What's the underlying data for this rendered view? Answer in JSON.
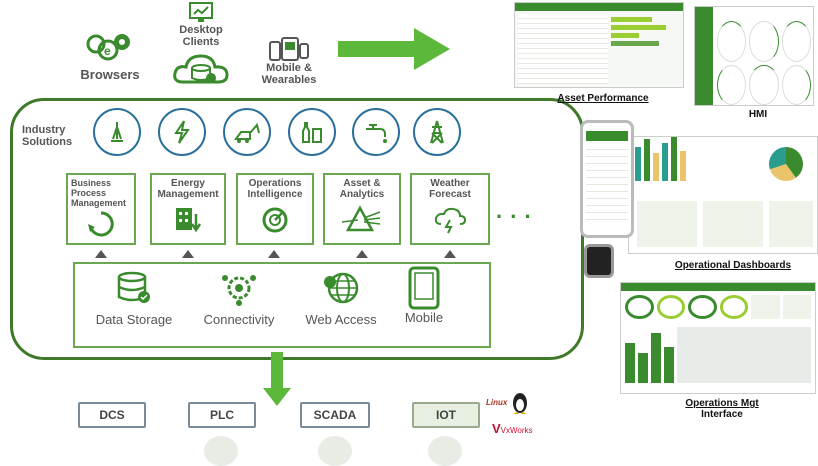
{
  "clients": {
    "browsers": "Browsers",
    "desktop_line1": "Desktop",
    "desktop_line2": "Clients",
    "mobile_line1": "Mobile &",
    "mobile_line2": "Wearables"
  },
  "industry_label_line1": "Industry",
  "industry_label_line2": "Solutions",
  "solutions": [
    {
      "line1": "Business",
      "line2": "Process",
      "line3": "Management"
    },
    {
      "line1": "Energy",
      "line2": "Management"
    },
    {
      "line1": "Operations",
      "line2": "Intelligence"
    },
    {
      "line1": "Asset &",
      "line2": "Analytics"
    },
    {
      "line1": "Weather",
      "line2": "Forecast"
    }
  ],
  "ellipsis": ". . .",
  "services": [
    "Data Storage",
    "Connectivity",
    "Web Access",
    "Mobile"
  ],
  "bottom": [
    "DCS",
    "PLC",
    "SCADA",
    "IOT"
  ],
  "os_labels": {
    "linux": "Linux",
    "vxworks": "VxWorks"
  },
  "screenshots": {
    "asset_performance": "Asset Performance",
    "hmi": "HMI",
    "operational_dashboards": "Operational Dashboards",
    "ops_mgt_line1": "Operations Mgt",
    "ops_mgt_line2": "Interface"
  },
  "colors": {
    "green": "#3a8a2e",
    "frame": "#3f7a2a",
    "blue": "#2b6f9a"
  }
}
